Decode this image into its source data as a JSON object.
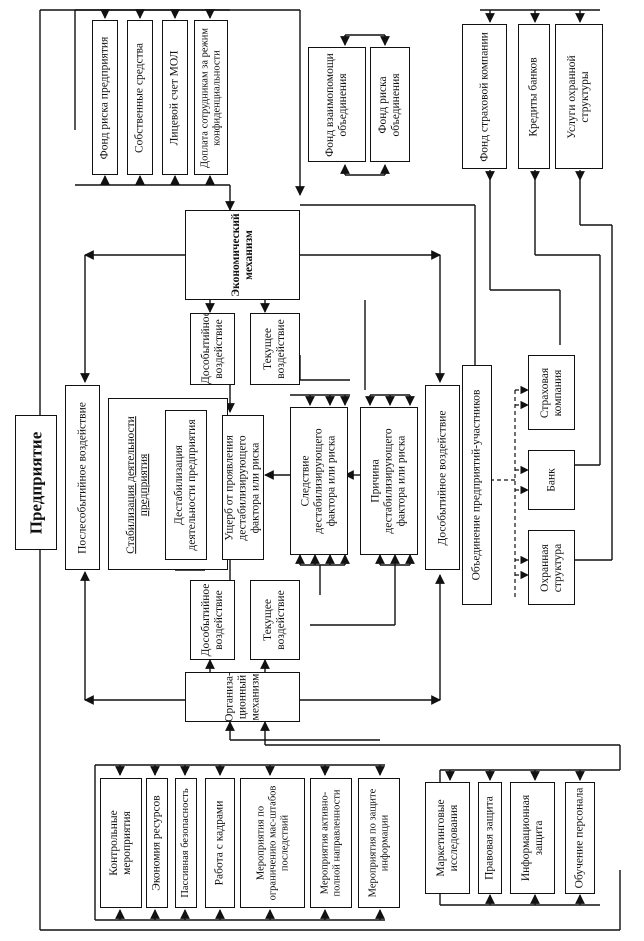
{
  "diagram": {
    "enterprise": "Предприятие",
    "post_event": "Послесобытийное воздействие",
    "pre_event": "Дособытийное воздействие",
    "association": "Объединение предприятий-участников",
    "economic_mechanism": "Экономический механизм",
    "organizational_mechanism": "Организа-ционный механизм",
    "top_left_funds": [
      "Фонд риска предприятия",
      "Собственные средства",
      "Лицевой счет МОЛ",
      "Доплата сотрудникам за режим конфиденциальности"
    ],
    "association_funds": [
      "Фонд взаимопомощи объединения",
      "Фонд риска объединения"
    ],
    "top_right": [
      "Фонд страховой компании",
      "Кредиты банков",
      "Услуги охранной структуры"
    ],
    "econ_effects": [
      "Дособытийное воздействие",
      "Текущее воздействие"
    ],
    "org_effects": [
      "Дособытийное воздействие",
      "Текущее воздействие"
    ],
    "stabilization": "Стабилизация деятельности предприятия",
    "destabilization": "Дестабилизация деятельности предприятия",
    "damage": "Ущерб от проявления дестабилизирующего фактора или риска",
    "consequence": "Следствие дестабилизирующего фактора или риска",
    "cause": "Причина дестабилизирующего фактора или риска",
    "participants": [
      "Страховая компания",
      "Банк",
      "Охранная структура"
    ],
    "bottom_left_measures": [
      "Контрольные мероприятия",
      "Экономия ресурсов",
      "Пассивная безопасность",
      "Работа с кадрами",
      "Мероприятия по ограничению мас-штабов последствий",
      "Мероприятия активно-полной направленности",
      "Мероприятия по защите информации"
    ],
    "bottom_right_measures": [
      "Маркетинговые исследования",
      "Правовая защита",
      "Информационная защита",
      "Обучение персонала"
    ]
  }
}
